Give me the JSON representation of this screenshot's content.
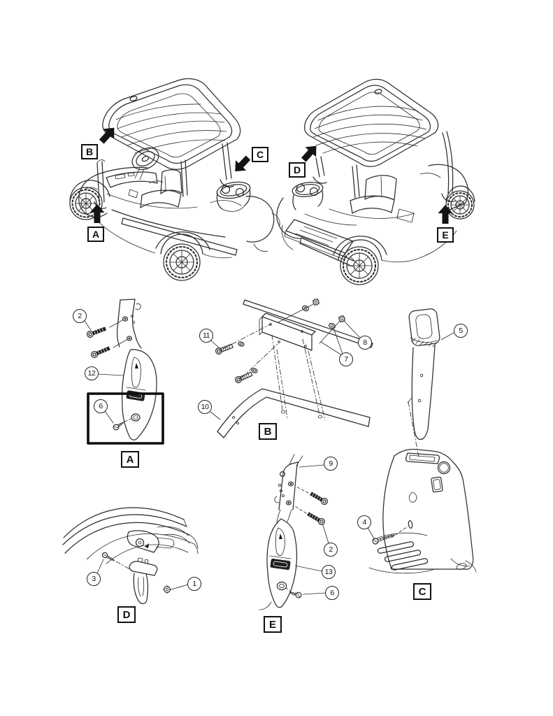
{
  "page": {
    "kind": "exploded parts diagram",
    "subject": "golf cart canopy and support assembly",
    "background": "#ffffff",
    "ink": "#2d2d2d"
  },
  "overview": {
    "view_labels": [
      {
        "text": "B",
        "arrow_icon": "block-arrow-up-right"
      },
      {
        "text": "A",
        "arrow_icon": "block-arrow-up"
      },
      {
        "text": "C",
        "arrow_icon": "block-arrow-down-left"
      },
      {
        "text": "D",
        "arrow_icon": "block-arrow-up-right"
      },
      {
        "text": "E",
        "arrow_icon": "block-arrow-up"
      }
    ]
  },
  "sections": [
    {
      "label": "A",
      "callouts": [
        "2",
        "12",
        "6"
      ]
    },
    {
      "label": "B",
      "callouts": [
        "11",
        "7",
        "8",
        "10"
      ]
    },
    {
      "label": "C",
      "callouts": [
        "5",
        "4"
      ]
    },
    {
      "label": "D",
      "callouts": [
        "3",
        "1"
      ]
    },
    {
      "label": "E",
      "callouts": [
        "9",
        "2",
        "13",
        "6"
      ]
    }
  ]
}
